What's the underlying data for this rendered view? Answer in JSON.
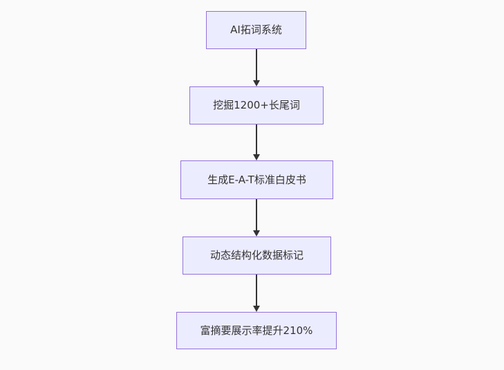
{
  "diagram": {
    "type": "flowchart",
    "direction": "top-down",
    "nodes": [
      {
        "id": "A",
        "label": "AI拓词系统"
      },
      {
        "id": "B",
        "label": "挖掘1200+长尾词"
      },
      {
        "id": "C",
        "label": "生成E-A-T标准白皮书"
      },
      {
        "id": "D",
        "label": "动态结构化数据标记"
      },
      {
        "id": "E",
        "label": "富摘要展示率提升210%"
      }
    ],
    "edges": [
      {
        "from": "A",
        "to": "B"
      },
      {
        "from": "B",
        "to": "C"
      },
      {
        "from": "C",
        "to": "D"
      },
      {
        "from": "D",
        "to": "E"
      }
    ]
  },
  "theme": {
    "page_background": "#fafafa",
    "node_fill": "#ECECFF",
    "node_border": "#9370DB",
    "node_text_color": "#333333",
    "arrow_color": "#333333"
  }
}
